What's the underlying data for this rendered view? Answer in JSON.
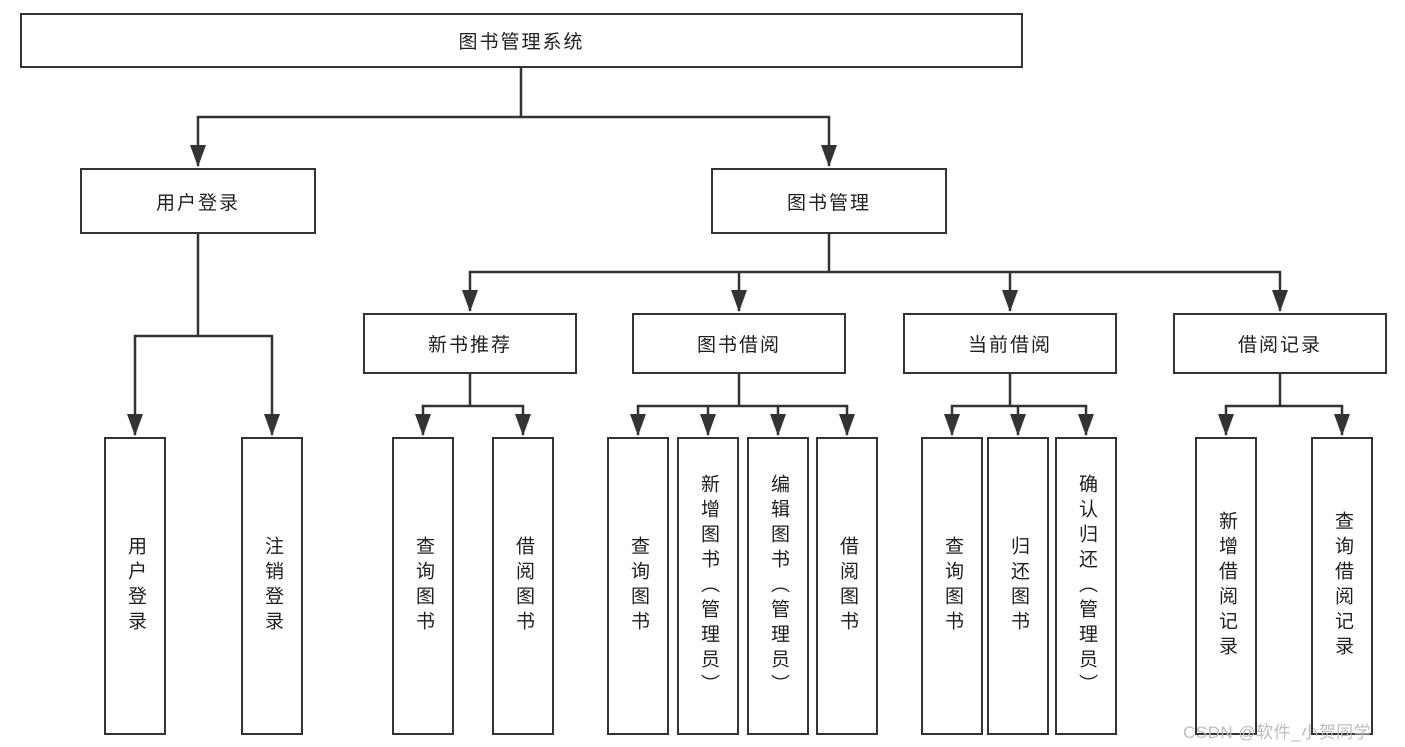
{
  "colors": {
    "line": "#333333",
    "box_border": "#333333",
    "box_fill": "#ffffff",
    "text": "#1f1f1f",
    "watermark": "#bcbcbc",
    "background": "#ffffff"
  },
  "diagram": {
    "root": "图书管理系统",
    "login": {
      "label": "用户登录",
      "children": [
        "用户登录",
        "注销登录"
      ]
    },
    "management": {
      "label": "图书管理",
      "groups": [
        {
          "label": "新书推荐",
          "children": [
            "查询图书",
            "借阅图书"
          ]
        },
        {
          "label": "图书借阅",
          "children": [
            "查询图书",
            "新增图书（管理员）",
            "编辑图书（管理员）",
            "借阅图书"
          ]
        },
        {
          "label": "当前借阅",
          "children": [
            "查询图书",
            "归还图书",
            "确认归还（管理员）"
          ]
        },
        {
          "label": "借阅记录",
          "children": [
            "新增借阅记录",
            "查询借阅记录"
          ]
        }
      ]
    }
  },
  "watermark": {
    "text": "CSDN @软件_小贺同学"
  }
}
